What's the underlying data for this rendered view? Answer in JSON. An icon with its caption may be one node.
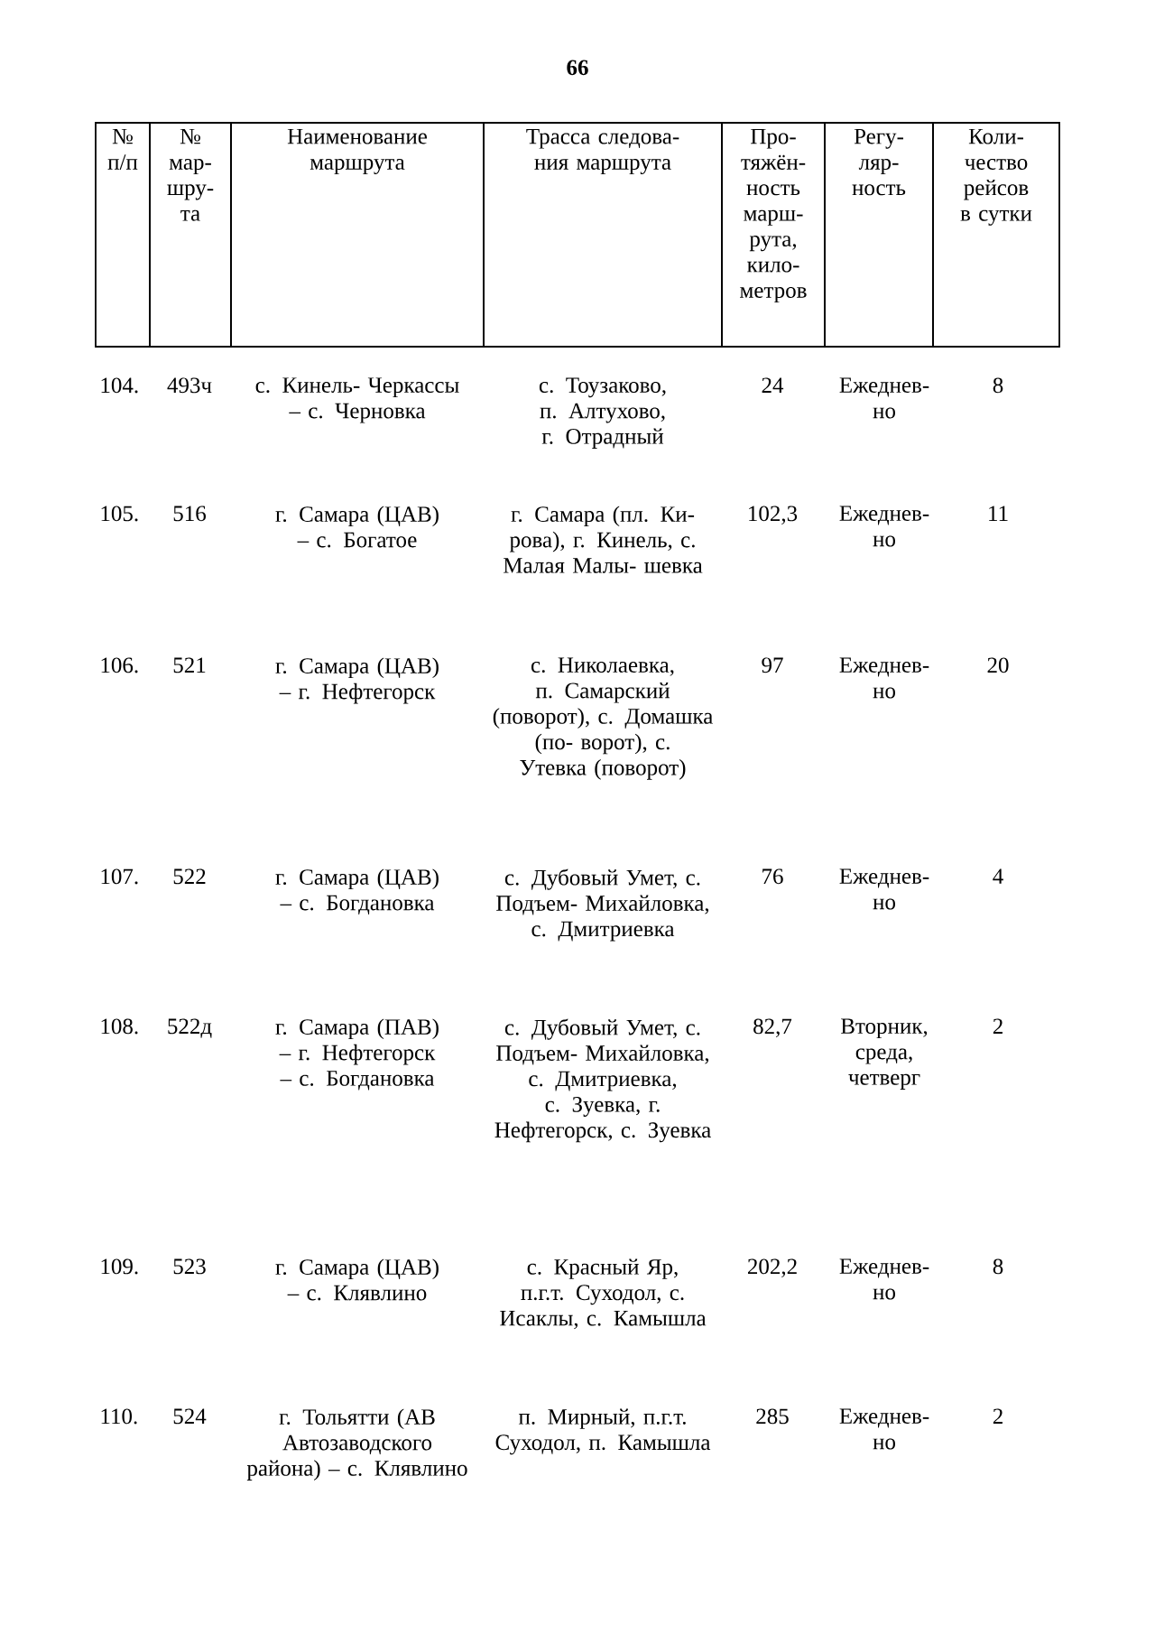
{
  "diagram": {
    "labels": [
      "66",
      "№ п/п",
      "№ мар- шру- та",
      "Наименование маршрута",
      "Трасса следова- ния маршрута",
      "Про- тяжён- ность марш- рута, кило- метров",
      "Регу- ляр- ность",
      "Коли- чество рейсов в сутки",
      "104.",
      "493ч",
      "с. Кинель- Черкассы – с. Черновка",
      "с. Тоузаково, п. Алтухово, г. Отрадный",
      "24",
      "Ежеднев- но",
      "8",
      "105.",
      "516",
      "г. Самара (ЦАВ) – с. Богатое",
      "г. Самара (пл. Ки- рова), г. Кинель, с. Малая Малы- шевка",
      "102,3",
      "Ежеднев- но",
      "11",
      "106.",
      "521",
      "г. Самара (ЦАВ) – г. Нефтегорск",
      "с. Николаевка, п. Самарский (поворот), с. Домашка (по- ворот), с. Утевка (поворот)",
      "97",
      "Ежеднев- но",
      "20",
      "107.",
      "522",
      "г. Самара (ЦАВ) – с. Богдановка",
      "с. Дубовый Умет, с. Подъем- Михайловка, с. Дмитриевка",
      "76",
      "Ежеднев- но",
      "4",
      "108.",
      "522д",
      "г. Самара (ПАВ) – г. Нефтегорск – с. Богдановка",
      "с. Дубовый Умет, с. Подъем- Михайловка, с. Дмитриевка, с. Зуевка, г. Нефтегорск, с. Зуевка",
      "82,7",
      "Вторник, среда, четверг",
      "2",
      "109.",
      "523",
      "г. Самара (ЦАВ) – с. Клявлино",
      "с. Красный Яр, п.г.т. Суходол, с. Исаклы, с. Камышла",
      "202,2",
      "Ежеднев- но",
      "8",
      "110.",
      "524",
      "г. Тольятти (АВ Автозаводского района) – с. Клявлино",
      "п. Мирный, п.г.т. Суходол, п. Камышла",
      "285",
      "Ежеднев- но",
      "2"
    ]
  }
}
